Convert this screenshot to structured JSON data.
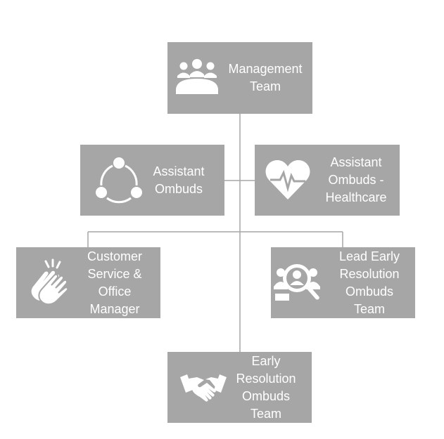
{
  "diagram": {
    "type": "org-chart",
    "colors": {
      "box_fill": "#a6a6a6",
      "connector": "#a6a6a6",
      "text": "#ffffff",
      "background": "#ffffff"
    },
    "nodes": {
      "management": {
        "label": "Management\nTeam",
        "icon": "meeting-group-icon"
      },
      "assistant": {
        "label": "Assistant\nOmbuds",
        "icon": "cycle-network-icon"
      },
      "healthcare": {
        "label": "Assistant\nOmbuds -\nHealthcare",
        "icon": "heart-pulse-icon"
      },
      "customer": {
        "label": "Customer\nService &\nOffice\nManager",
        "icon": "clapping-hands-icon"
      },
      "lead": {
        "label": "Lead Early\nResolution\nOmbuds\nTeam",
        "icon": "user-search-icon"
      },
      "early": {
        "label": "Early\nResolution\nOmbuds\nTeam",
        "icon": "handshake-icon"
      }
    },
    "edges": [
      [
        "management",
        "assistant"
      ],
      [
        "management",
        "healthcare"
      ],
      [
        "management",
        "customer"
      ],
      [
        "management",
        "lead"
      ],
      [
        "management",
        "early"
      ]
    ]
  }
}
